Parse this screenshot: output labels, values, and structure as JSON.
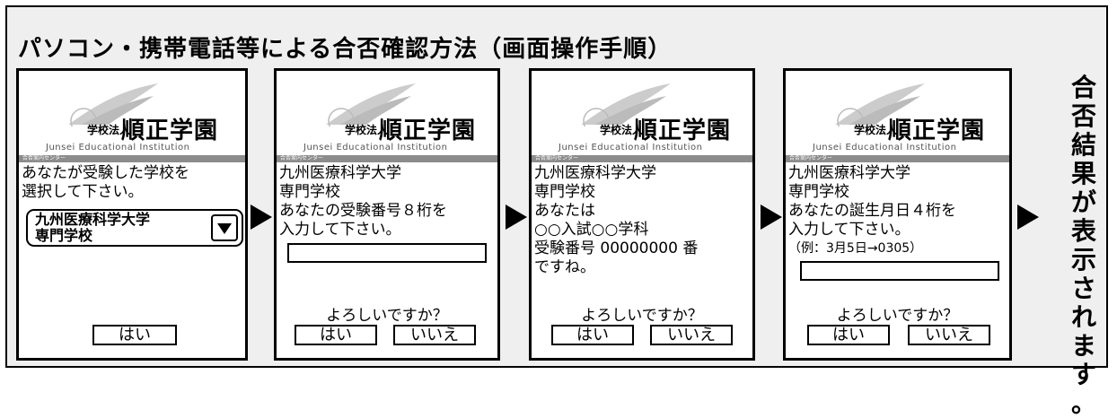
{
  "title": "パソコン・携帯電話等による合否確認方法（画面操作手順）",
  "logo": {
    "org": "学校法人",
    "name": "順正学園",
    "english": "Junsei Educational Institution",
    "bar_label": "合否案内センター"
  },
  "screen1": {
    "lines": [
      "あなたが受験した学校を",
      "選択して下さい。"
    ],
    "select_lines": [
      "九州医療科学大学",
      "専門学校"
    ],
    "yes": "はい"
  },
  "screen2": {
    "lines": [
      "九州医療科学大学",
      "専門学校",
      "あなたの受験番号８桁を",
      "入力して下さい。"
    ],
    "confirm": "よろしいですか？",
    "yes": "はい",
    "no": "いいえ"
  },
  "screen3": {
    "lines": [
      "九州医療科学大学",
      "専門学校",
      "あなたは",
      "○○入試○○学科",
      "受験番号 00000000 番",
      "ですね。"
    ],
    "confirm": "よろしいですか？",
    "yes": "はい",
    "no": "いいえ"
  },
  "screen4": {
    "lines": [
      "九州医療科学大学",
      "専門学校",
      "あなたの誕生月日４桁を",
      "入力して下さい。"
    ],
    "example": "（例：3月5日→0305）",
    "confirm": "よろしいですか？",
    "yes": "はい",
    "no": "いいえ"
  },
  "result_chars": [
    "合",
    "否",
    "結",
    "果",
    "が",
    "表",
    "示",
    "さ",
    "れ",
    "ま",
    "す",
    "。"
  ]
}
